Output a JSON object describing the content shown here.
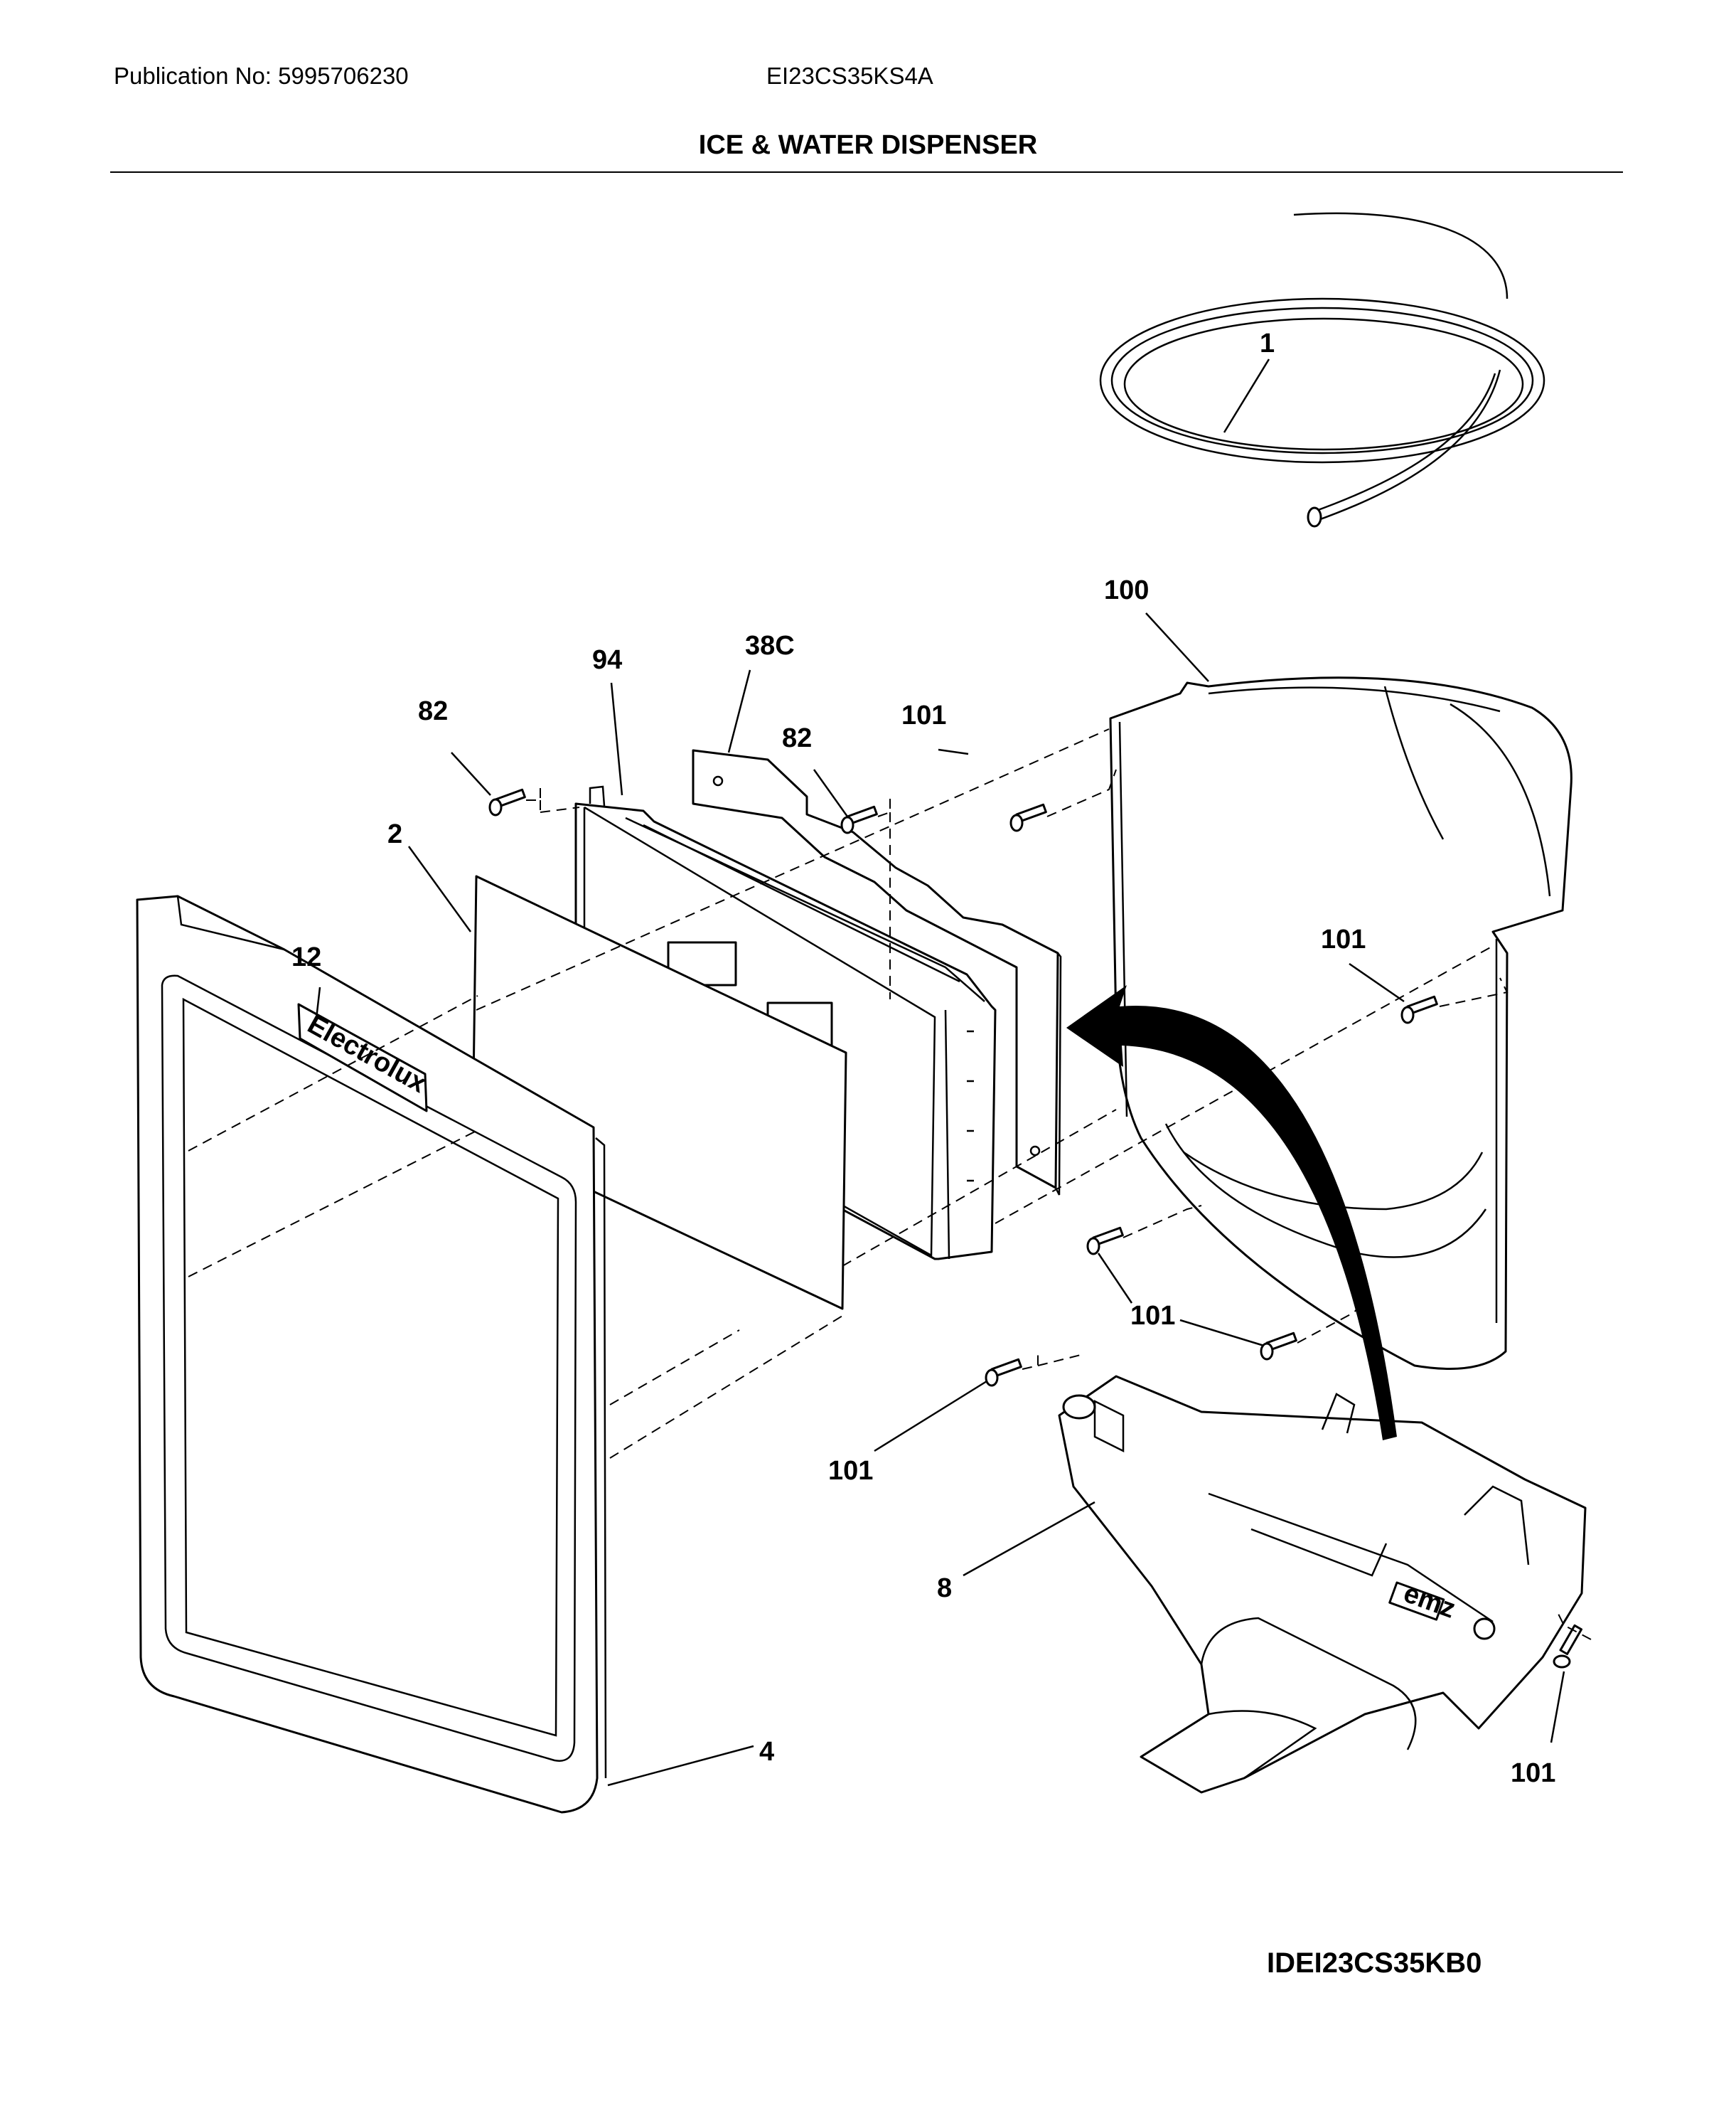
{
  "header": {
    "publication": "Publication No: 5995706230",
    "model": "EI23CS35KS4A",
    "title": "ICE & WATER DISPENSER"
  },
  "footer": {
    "code": "IDEI23CS35KB0"
  },
  "parts": {
    "tubing": "1",
    "housing": "100",
    "control_board": "94",
    "cover": "38C",
    "screw_left": "82",
    "screw_mid": "82",
    "screw_top": "101",
    "insulation": "2",
    "badge": "12",
    "screw_right": "101",
    "screw_lower_a": "101",
    "screw_lower_b": "101",
    "actuator": "8",
    "screw_bottom_right": "101",
    "trim_frame": "4"
  },
  "badge_text": "Electrolux",
  "module_mark": "emz",
  "colors": {
    "line": "#000000",
    "paper": "#ffffff",
    "shade": "#e9e9e9"
  }
}
